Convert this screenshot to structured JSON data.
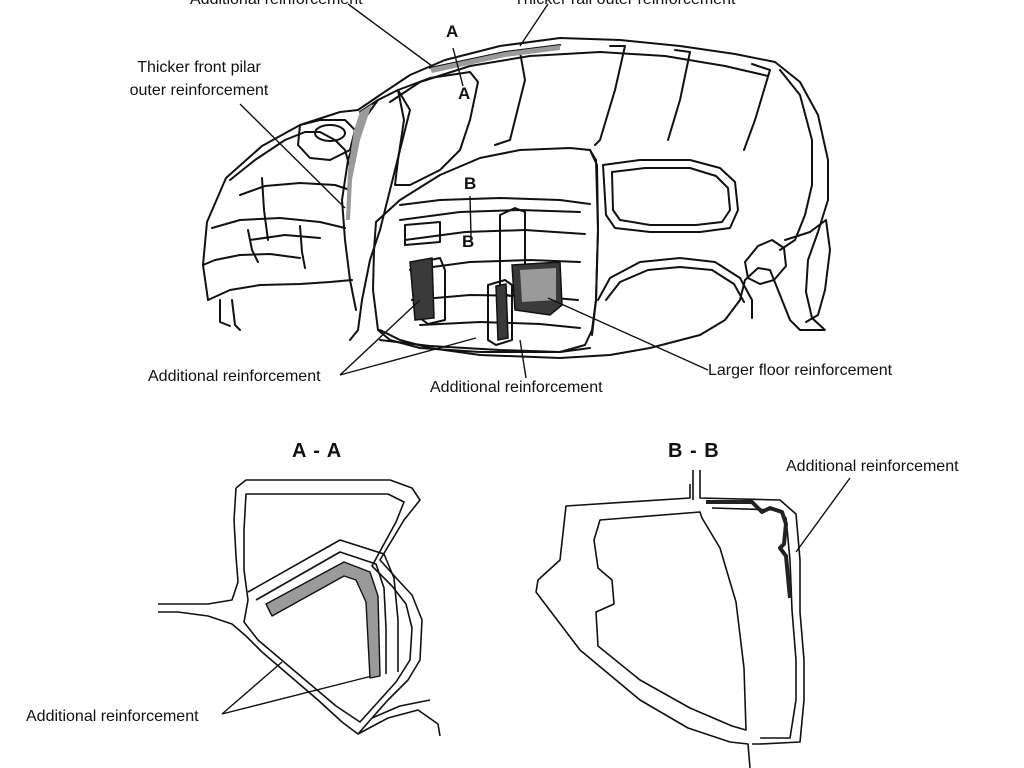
{
  "labels": {
    "top_clipped_left": "Additional reinforcement",
    "top_clipped_right": "Thicker rail outer reinforcement",
    "front_pillar_line1": "Thicker front pilar",
    "front_pillar_line2": "outer reinforcement",
    "additional_left": "Additional reinforcement",
    "additional_center": "Additional reinforcement",
    "larger_floor": "Larger floor reinforcement",
    "additional_aa": "Additional reinforcement",
    "additional_bb": "Additional reinforcement"
  },
  "markers": {
    "a_top": "A",
    "a_bottom": "A",
    "b_top": "B",
    "b_bottom": "B"
  },
  "sections": {
    "aa_title": "A - A",
    "bb_title": "B - B"
  },
  "colors": {
    "ink": "#111111",
    "reinforcement": "#9a9a9a",
    "paper": "#ffffff"
  }
}
